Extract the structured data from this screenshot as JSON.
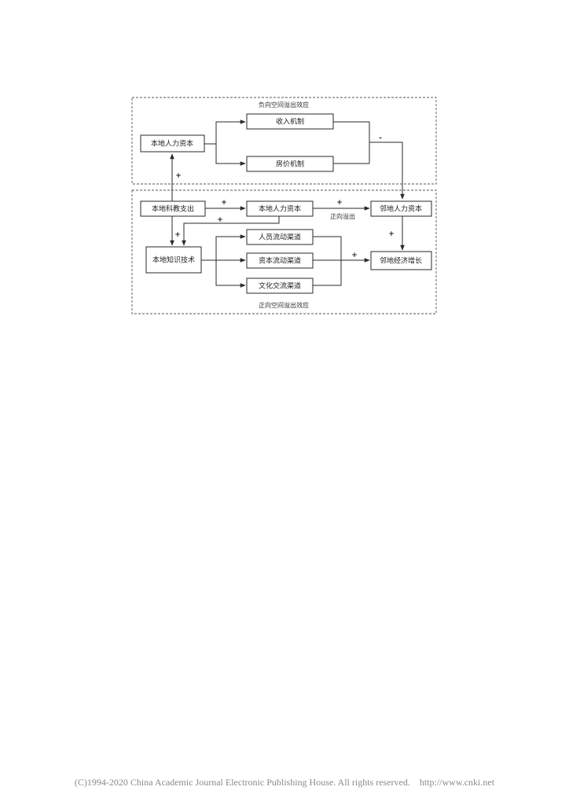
{
  "diagram": {
    "regions": {
      "negative": "负向空间溢出效应",
      "positive": "正向空间溢出效应"
    },
    "nodes": {
      "local_human_capital_top": "本地人力资本",
      "income_mechanism": "收入机制",
      "housing_price_mechanism": "房价机制",
      "local_edu_spending": "本地科教支出",
      "local_human_capital": "本地人力资本",
      "neighbor_human_capital": "邻地人力资本",
      "local_knowledge_tech": "本地知识技术",
      "personnel_flow_channel": "人员流动渠道",
      "capital_flow_channel": "资本流动渠道",
      "cultural_exchange_channel": "文化交流渠道",
      "neighbor_economic_growth": "邻地经济增长"
    },
    "edge_labels": {
      "positive_spillover": "正向溢出"
    },
    "signs": {
      "minus": "-",
      "plus": "+"
    }
  },
  "footer": "(C)1994-2020 China Academic Journal Electronic Publishing House. All rights reserved.    http://www.cnki.net"
}
